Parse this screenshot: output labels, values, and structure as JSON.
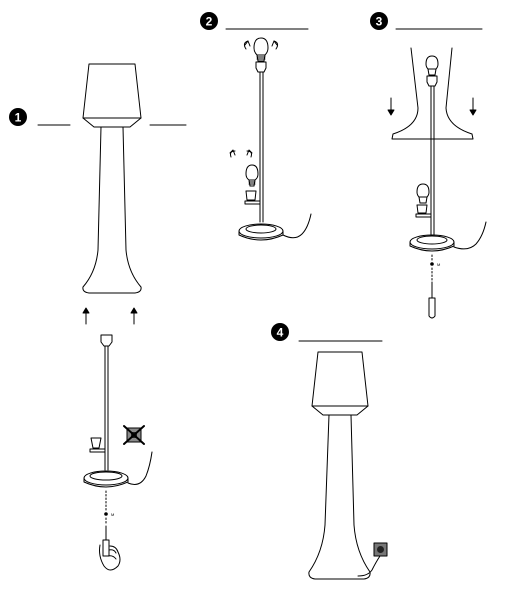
{
  "steps": [
    {
      "number": "1"
    },
    {
      "number": "2"
    },
    {
      "number": "3"
    },
    {
      "number": "4"
    }
  ],
  "colors": {
    "ink": "#000000",
    "background": "#ffffff",
    "prohibited_fill": "#8a8a8a",
    "socket_fill": "#777777"
  },
  "icons": {
    "step1_arrows": "arrow-up-icon",
    "step3_arrows": "arrow-down-icon",
    "rotate": "rotate-arrows-icon",
    "screwdriver": "screwdriver-icon",
    "prohibited": "prohibited-icon",
    "socket": "wall-socket-icon",
    "hand": "hand-icon"
  }
}
